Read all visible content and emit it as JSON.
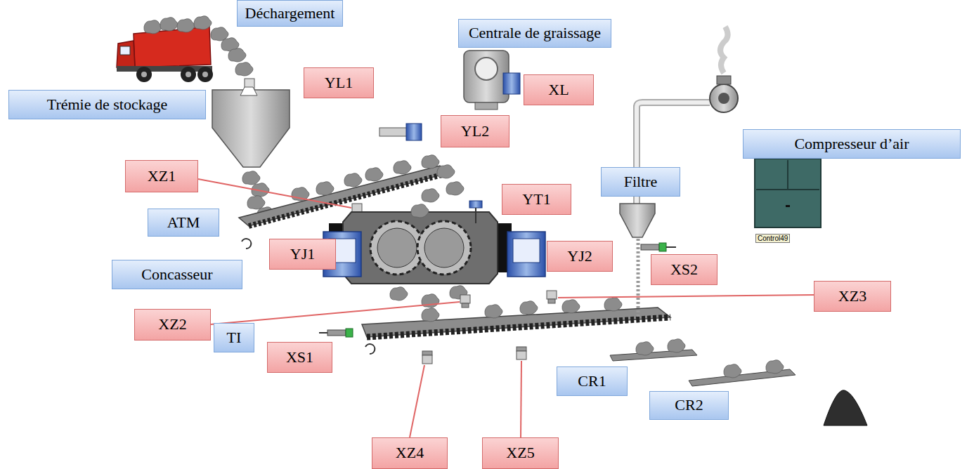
{
  "diagram": {
    "nodes": [
      {
        "text": [
          "Déchargement"
        ]
      },
      {
        "text": [
          "Centrale de graissage"
        ]
      },
      {
        "text": [
          "YL1"
        ]
      },
      {
        "text": [
          "XL"
        ]
      },
      {
        "text": [
          "Trémie de stockage"
        ]
      },
      {
        "text": [
          "Compresseur d’air"
        ]
      },
      {
        "text": [
          "YL2"
        ]
      },
      {
        "text": [
          "XZ1"
        ]
      },
      {
        "text": [
          "Filtre"
        ]
      },
      {
        "text": [
          "YT1"
        ]
      },
      {
        "text": [
          "ATM"
        ]
      },
      {
        "text": [
          "YJ1"
        ]
      },
      {
        "text": [
          "YJ2"
        ]
      },
      {
        "text": [
          "Concasseur"
        ]
      },
      {
        "text": [
          "XS2"
        ]
      },
      {
        "text": [
          "XZ3"
        ]
      },
      {
        "text": [
          "XZ2"
        ]
      },
      {
        "text": [
          "TI"
        ]
      },
      {
        "text": [
          "XS1"
        ]
      },
      {
        "text": [
          "CR1"
        ]
      },
      {
        "text": [
          "CR2"
        ]
      },
      {
        "text": [
          "XZ4"
        ]
      },
      {
        "text": [
          "XZ5"
        ]
      }
    ],
    "labels": [
      "Control49"
    ]
  }
}
